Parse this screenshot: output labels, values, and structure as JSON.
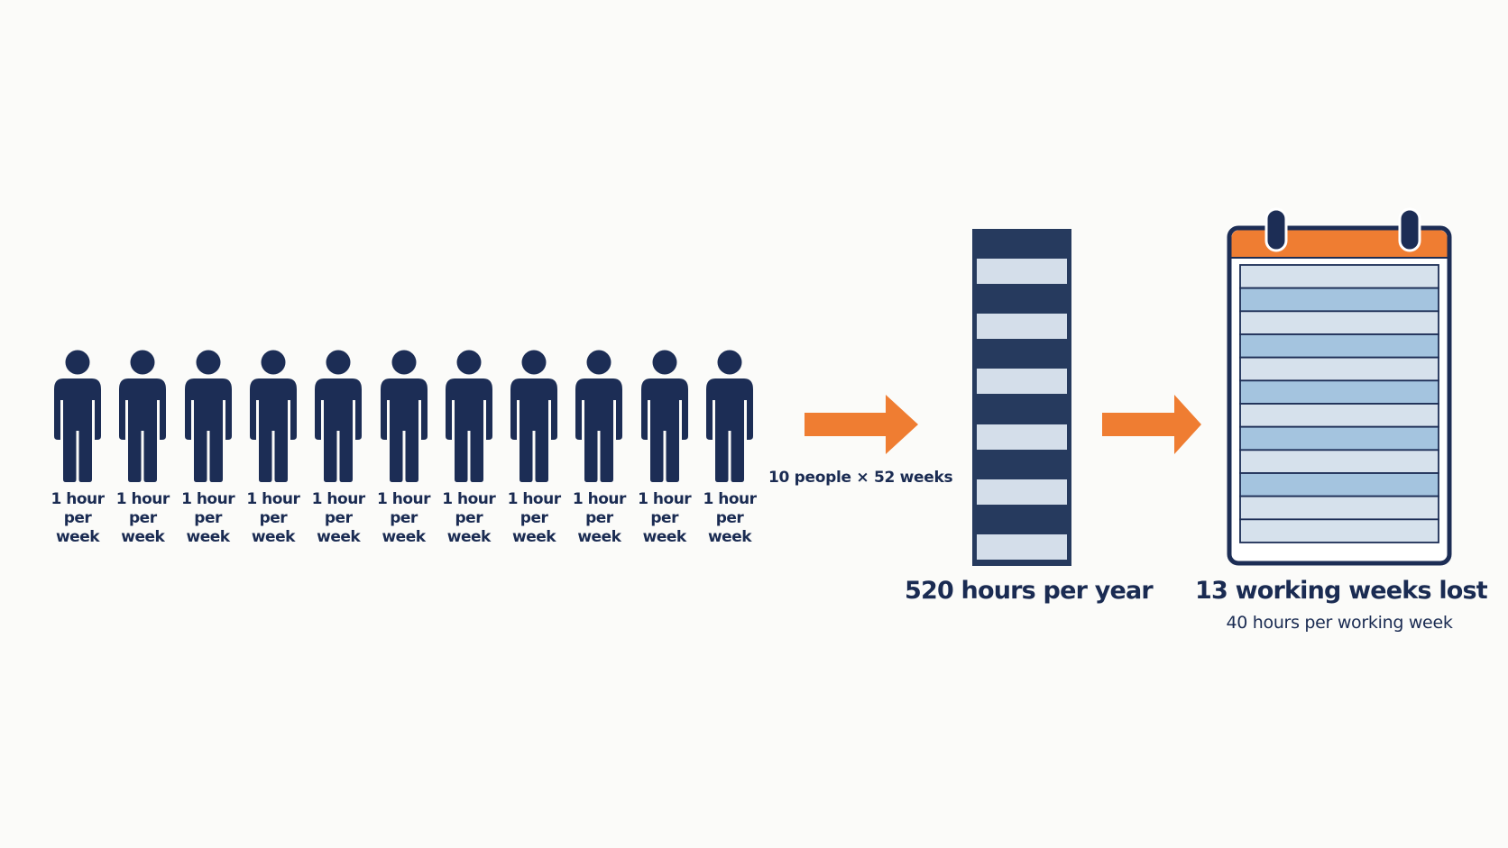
{
  "colors": {
    "navy": "#1c2d55",
    "stack_navy": "#263a5e",
    "stack_block": "#d4deea",
    "orange": "#ef7d32",
    "calendar_row_light": "#d6e1ec",
    "calendar_row_blue": "#a4c4df",
    "background": "#fbfbf9"
  },
  "people": {
    "count": 11,
    "items": [
      {
        "line1": "1 hour",
        "line2": "per",
        "line3": "week"
      },
      {
        "line1": "1 hour",
        "line2": "per",
        "line3": "week"
      },
      {
        "line1": "1 hour",
        "line2": "per",
        "line3": "week"
      },
      {
        "line1": "1 hour",
        "line2": "per",
        "line3": "week"
      },
      {
        "line1": "1 hour",
        "line2": "per",
        "line3": "week"
      },
      {
        "line1": "1 hour",
        "line2": "per",
        "line3": "week"
      },
      {
        "line1": "1 hour",
        "line2": "per",
        "line3": "week"
      },
      {
        "line1": "1 hour",
        "line2": "per",
        "line3": "week"
      },
      {
        "line1": "1 hour",
        "line2": "per",
        "line3": "week"
      },
      {
        "line1": "1 hour",
        "line2": "per",
        "line3": "week"
      },
      {
        "line1": "1 hour",
        "line2": "per",
        "line3": "week"
      }
    ]
  },
  "multiplier": {
    "label": "10 people × 52 weeks"
  },
  "hours_stack": {
    "block_count": 6,
    "caption": "520 hours per year"
  },
  "calendar": {
    "row_count": 12,
    "caption": "13 working weeks lost",
    "subcaption": "40 hours per working week"
  },
  "icons": {
    "person": "person-icon",
    "arrow": "arrow-right-icon",
    "stack": "hours-stack-icon",
    "calendar": "calendar-icon"
  }
}
